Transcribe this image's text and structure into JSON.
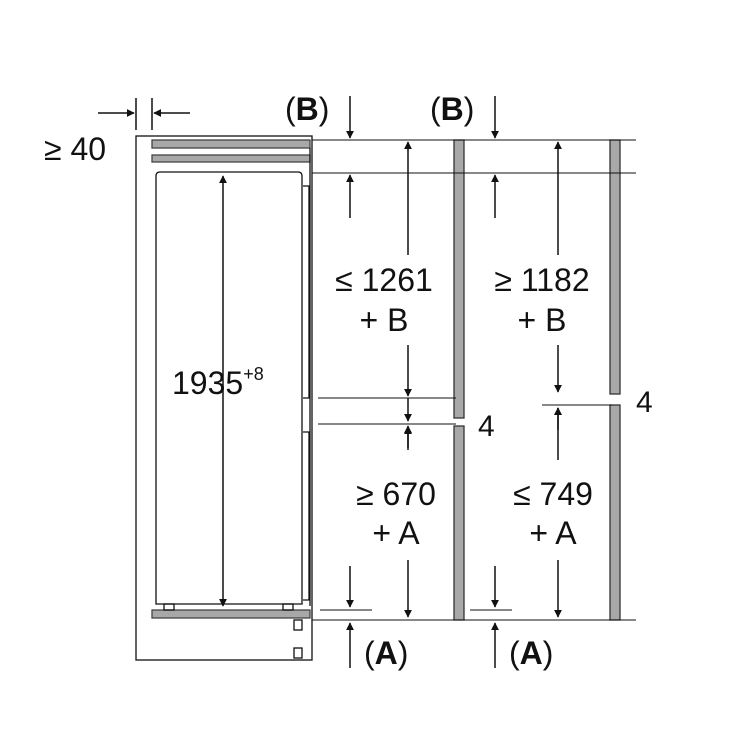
{
  "colors": {
    "background": "#ffffff",
    "ink": "#111111",
    "panel": "#a8a8a8"
  },
  "labels": {
    "top_gap": "≥ 40",
    "height_main": "1935",
    "height_main_tol": "+8",
    "b_left_open": "(",
    "b_left_letter": "B",
    "b_left_close": ")",
    "b_right_open": "(",
    "b_right_letter": "B",
    "b_right_close": ")",
    "a_left_open": "(",
    "a_left_letter": "A",
    "a_left_close": ")",
    "a_right_open": "(",
    "a_right_letter": "A",
    "a_right_close": ")",
    "upper_left_l1": "≤ 1261",
    "upper_left_l2": "+ B",
    "upper_right_l1": "≥ 1182",
    "upper_right_l2": "+ B",
    "lower_left_l1": "≥ 670",
    "lower_left_l2": "+ A",
    "lower_right_l1": "≤ 749",
    "lower_right_l2": "+ A",
    "gap_left": "4",
    "gap_right": "4"
  }
}
